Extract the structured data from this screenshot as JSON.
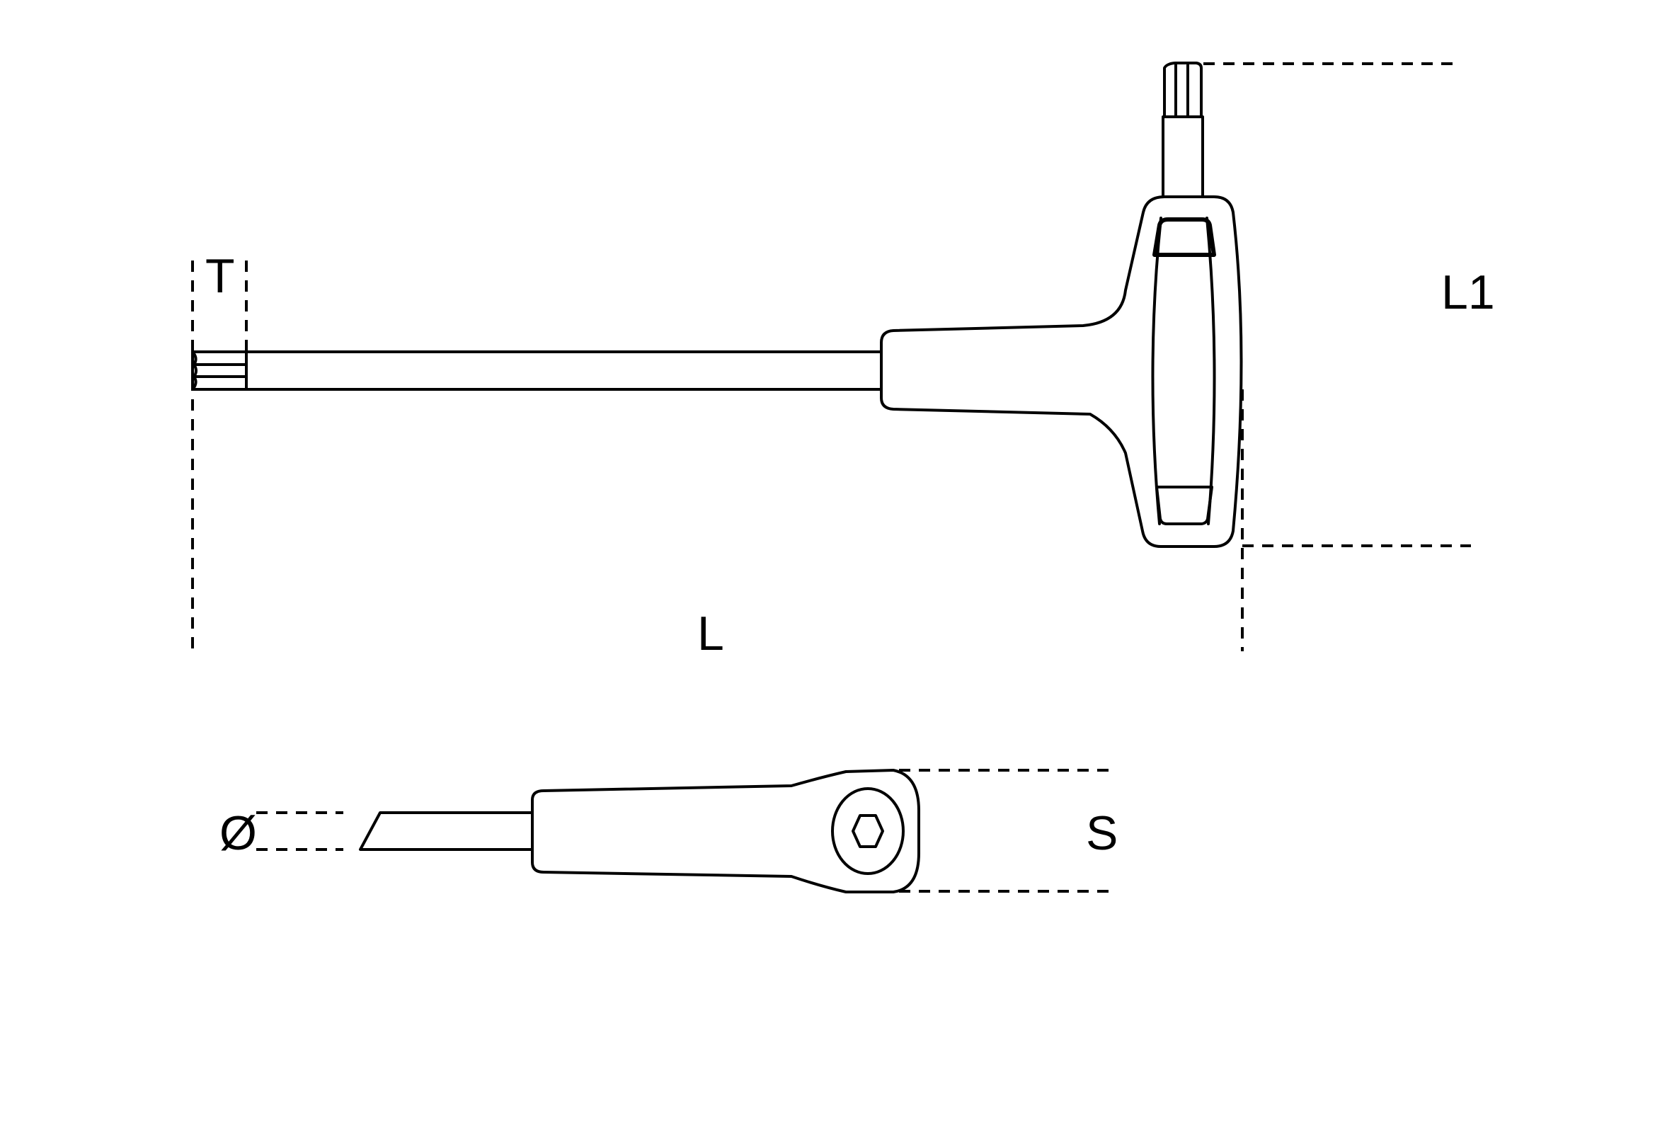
{
  "diagram": {
    "type": "technical-drawing",
    "subject": "T-handle key with bit, side view and top view",
    "line_color": "#000000",
    "background_color": "#ffffff"
  },
  "labels": {
    "tip_length": "T",
    "overall_length": "L",
    "handle_height": "L1",
    "diameter": "Ø",
    "handle_width": "S"
  }
}
